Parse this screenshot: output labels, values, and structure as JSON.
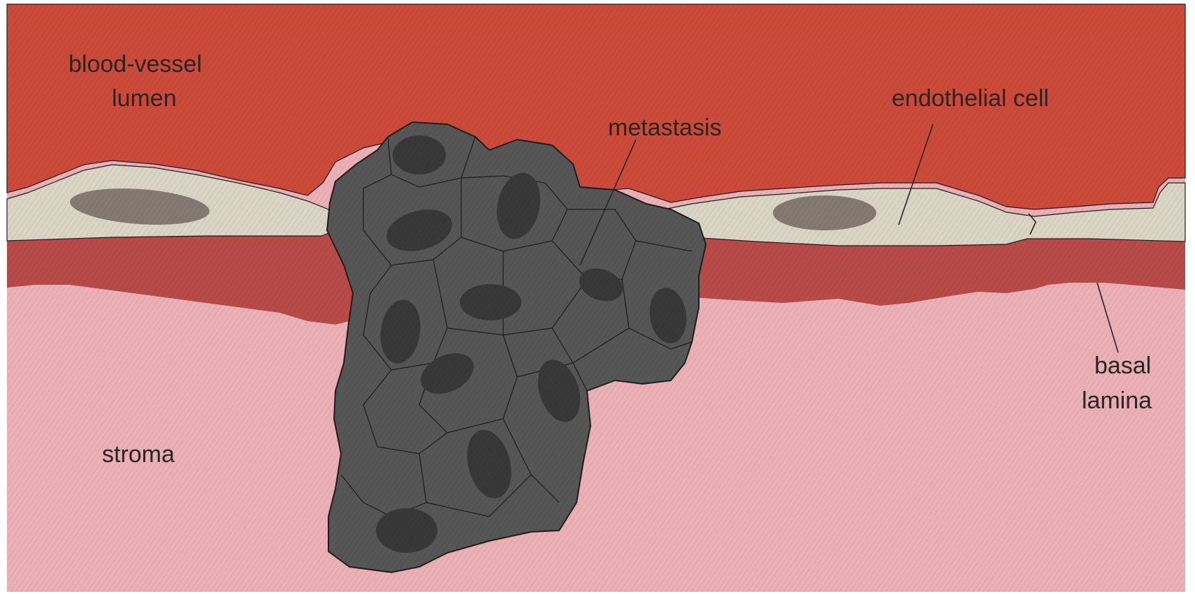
{
  "labels": {
    "blood_vessel_lumen": [
      "blood-vessel",
      "lumen"
    ],
    "endothelial_cell": "endothelial cell",
    "metastasis": "metastasis",
    "basal_lamina": [
      "basal",
      "lamina"
    ],
    "stroma": "stroma"
  },
  "colors": {
    "lumen": "#cc4a3a",
    "endothelium": "#d9d4c4",
    "endothelial_nucleus": "#857a72",
    "basal_lamina": "#b84a4a",
    "stroma": "#eab0b6",
    "tumor_cell": "#565656",
    "tumor_nucleus": "#383838",
    "outline": "#1e1e1e",
    "text": "#2a2424"
  }
}
